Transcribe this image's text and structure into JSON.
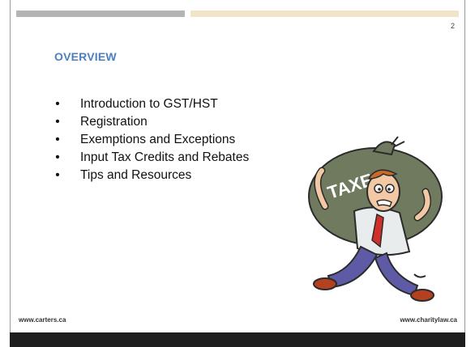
{
  "slide": {
    "page_number": "2",
    "title": "OVERVIEW",
    "bullet_items": [
      {
        "label": "Introduction to GST/HST"
      },
      {
        "label": "Registration"
      },
      {
        "label": "Exemptions and Exceptions"
      },
      {
        "label": "Input Tax Credits and Rebates"
      },
      {
        "label": "Tips and Resources"
      }
    ],
    "bullet_symbol": "•",
    "illustration": {
      "description_icon": "tax-burden-cartoon-icon",
      "bag_text": "TAXES"
    }
  },
  "footer": {
    "left": "www.carters.ca",
    "right": "www.charitylaw.ca"
  },
  "colors": {
    "title": "#4a7fc1",
    "top_bar_dark": "#b4b4b4",
    "top_bar_light": "#f0e5c8",
    "bottom_band": "#1e1e1e",
    "bag": "#6f7a5f"
  }
}
